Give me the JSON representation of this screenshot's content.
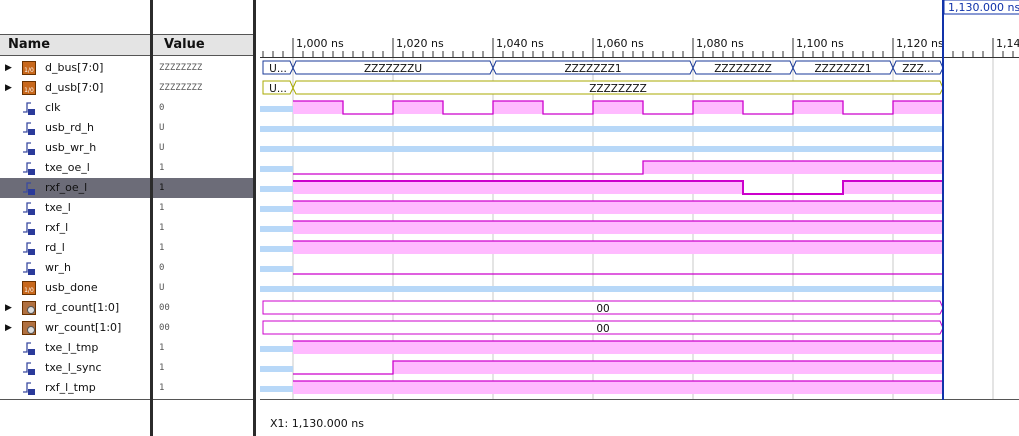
{
  "headers": {
    "name": "Name",
    "value": "Value"
  },
  "cursor_label": "1,130.000 ns",
  "status": {
    "x1": "X1: 1,130.000 ns"
  },
  "ruler": {
    "ticks": [
      {
        "t": 1000,
        "label": "1,000 ns"
      },
      {
        "t": 1020,
        "label": "1,020 ns"
      },
      {
        "t": 1040,
        "label": "1,040 ns"
      },
      {
        "t": 1060,
        "label": "1,060 ns"
      },
      {
        "t": 1080,
        "label": "1,080 ns"
      },
      {
        "t": 1100,
        "label": "1,100 ns"
      },
      {
        "t": 1120,
        "label": "1,120 ns"
      },
      {
        "t": 1140,
        "label": "1,14"
      }
    ]
  },
  "view": {
    "t_start": 994,
    "t_end": 1145,
    "cursor_t": 1130,
    "data_end_t": 1130
  },
  "colors": {
    "accent": "#1133aa",
    "wave": "#cc00cc",
    "wave_fill": "#ffbbff",
    "bus": "#1a3a9a",
    "bus2": "#aaaa00",
    "unknown": "#b8d8f8",
    "selected": "#6c6c78"
  },
  "signals": [
    {
      "name": "d_bus[7:0]",
      "value": "ZZZZZZZZ",
      "kind": "bus",
      "expandable": true,
      "icon": "bus-icon",
      "segments": [
        {
          "t0": 994,
          "t1": 1000,
          "label": "U..."
        },
        {
          "t0": 1000,
          "t1": 1040,
          "label": "ZZZZZZZU"
        },
        {
          "t0": 1040,
          "t1": 1080,
          "label": "ZZZZZZZ1"
        },
        {
          "t0": 1080,
          "t1": 1100,
          "label": "ZZZZZZZZ"
        },
        {
          "t0": 1100,
          "t1": 1120,
          "label": "ZZZZZZZ1"
        },
        {
          "t0": 1120,
          "t1": 1130,
          "label": "ZZZ..."
        }
      ]
    },
    {
      "name": "d_usb[7:0]",
      "value": "ZZZZZZZZ",
      "kind": "bus2",
      "expandable": true,
      "icon": "bus-icon",
      "segments": [
        {
          "t0": 994,
          "t1": 1000,
          "label": "U..."
        },
        {
          "t0": 1000,
          "t1": 1130,
          "label": "ZZZZZZZZ"
        }
      ]
    },
    {
      "name": "clk",
      "value": "0",
      "kind": "bit",
      "icon": "signal-icon",
      "pre": "U",
      "changes": [
        [
          1000,
          1
        ],
        [
          1010,
          0
        ],
        [
          1020,
          1
        ],
        [
          1030,
          0
        ],
        [
          1040,
          1
        ],
        [
          1050,
          0
        ],
        [
          1060,
          1
        ],
        [
          1070,
          0
        ],
        [
          1080,
          1
        ],
        [
          1090,
          0
        ],
        [
          1100,
          1
        ],
        [
          1110,
          0
        ],
        [
          1120,
          1
        ]
      ]
    },
    {
      "name": "usb_rd_h",
      "value": "U",
      "kind": "u",
      "icon": "signal-icon"
    },
    {
      "name": "usb_wr_h",
      "value": "U",
      "kind": "u",
      "icon": "signal-icon"
    },
    {
      "name": "txe_oe_l",
      "value": "1",
      "kind": "bit",
      "icon": "signal-icon",
      "pre": "U",
      "changes": [
        [
          1000,
          0
        ],
        [
          1070,
          1
        ]
      ]
    },
    {
      "name": "rxf_oe_l",
      "value": "1",
      "kind": "bit",
      "icon": "signal-icon",
      "selected": true,
      "pre": "U",
      "changes": [
        [
          1000,
          1
        ],
        [
          1090,
          0
        ],
        [
          1110,
          1
        ]
      ]
    },
    {
      "name": "txe_l",
      "value": "1",
      "kind": "bit",
      "icon": "signal-icon",
      "pre": "U",
      "changes": [
        [
          1000,
          1
        ]
      ]
    },
    {
      "name": "rxf_l",
      "value": "1",
      "kind": "bit",
      "icon": "signal-icon",
      "pre": "U",
      "changes": [
        [
          1000,
          1
        ]
      ]
    },
    {
      "name": "rd_l",
      "value": "1",
      "kind": "bit",
      "icon": "signal-icon",
      "pre": "U",
      "changes": [
        [
          1000,
          1
        ]
      ]
    },
    {
      "name": "wr_h",
      "value": "0",
      "kind": "bit",
      "icon": "signal-icon",
      "pre": "U",
      "changes": [
        [
          1000,
          0
        ]
      ]
    },
    {
      "name": "usb_done",
      "value": "U",
      "kind": "u",
      "icon": "bus-icon"
    },
    {
      "name": "rd_count[1:0]",
      "value": "00",
      "kind": "bus3",
      "expandable": true,
      "icon": "counter-icon",
      "segments": [
        {
          "t0": 994,
          "t1": 1130,
          "label": "00"
        }
      ]
    },
    {
      "name": "wr_count[1:0]",
      "value": "00",
      "kind": "bus3",
      "expandable": true,
      "icon": "counter-icon",
      "segments": [
        {
          "t0": 994,
          "t1": 1130,
          "label": "00"
        }
      ]
    },
    {
      "name": "txe_l_tmp",
      "value": "1",
      "kind": "bit",
      "icon": "signal-icon",
      "pre": "U",
      "changes": [
        [
          1000,
          1
        ]
      ]
    },
    {
      "name": "txe_l_sync",
      "value": "1",
      "kind": "bit",
      "icon": "signal-icon",
      "pre": "U",
      "changes": [
        [
          1000,
          0
        ],
        [
          1020,
          1
        ]
      ]
    },
    {
      "name": "rxf_l_tmp",
      "value": "1",
      "kind": "bit",
      "icon": "signal-icon",
      "pre": "U",
      "changes": [
        [
          1000,
          1
        ]
      ]
    }
  ]
}
